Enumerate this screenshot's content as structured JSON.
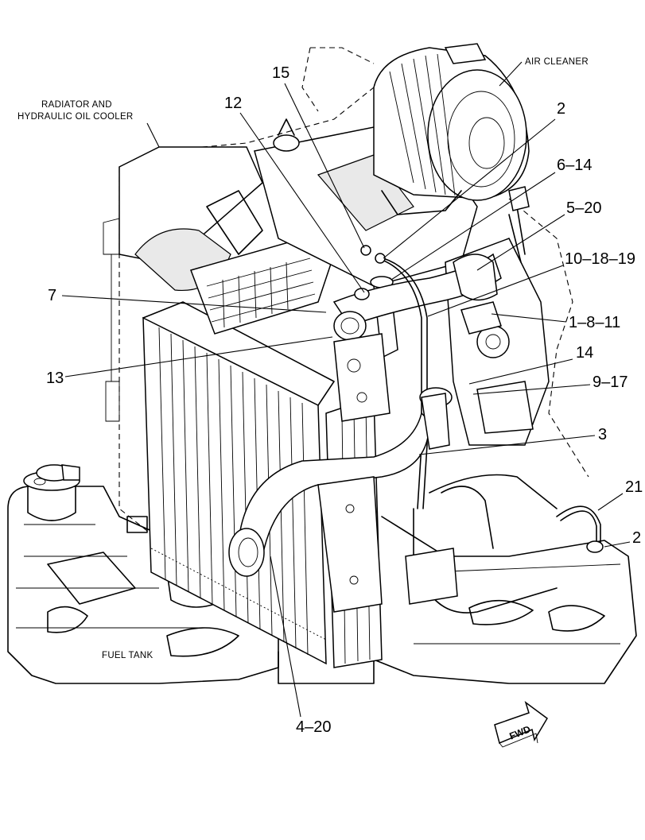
{
  "labels": {
    "air_cleaner": "AIR CLEANER",
    "radiator_line1": "RADIATOR AND",
    "radiator_line2": "HYDRAULIC OIL COOLER",
    "fuel_tank": "FUEL TANK",
    "forward": "FWD"
  },
  "callouts": {
    "c15": "15",
    "c12": "12",
    "c2_top": "2",
    "c6_14": "6–14",
    "c5_20": "5–20",
    "c10_18_19": "10–18–19",
    "c7": "7",
    "c1_8_11": "1–8–11",
    "c13": "13",
    "c14": "14",
    "c9_17": "9–17",
    "c3": "3",
    "c21": "21",
    "c2_right": "2",
    "c4_20": "4–20"
  }
}
